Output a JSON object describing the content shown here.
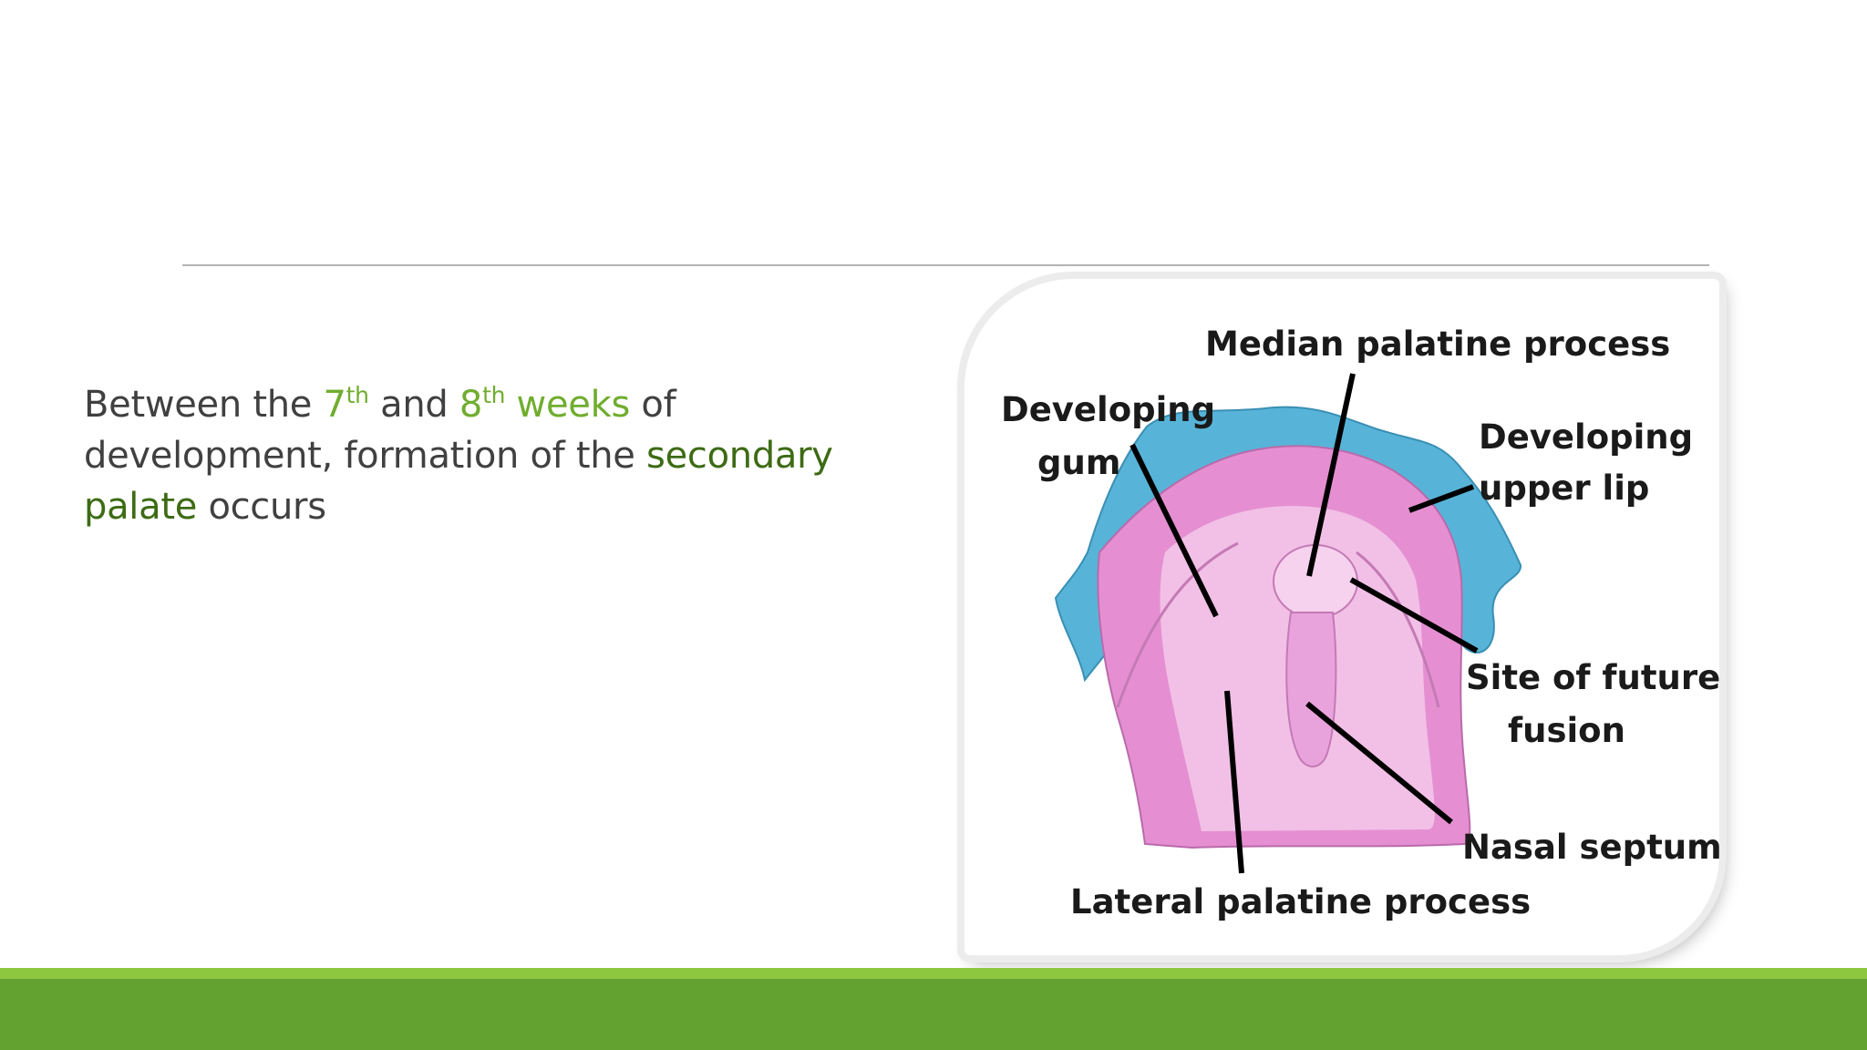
{
  "body": {
    "t1": "Between the ",
    "n7": "7",
    "sup7": "th",
    "t2": " and ",
    "n8": "8",
    "sup8": "th",
    "weeks": " weeks",
    "t3": " of development, formation of the ",
    "secondary": "secondary palate",
    "t4": " occurs"
  },
  "diagram": {
    "labels": {
      "median": "Median palatine process",
      "gum_line1": "Developing",
      "gum_line2": "gum",
      "lip_line1": "Developing",
      "lip_line2": "upper lip",
      "fusion_line1": "Site of future",
      "fusion_line2": "fusion",
      "septum": "Nasal septum",
      "lateral": "Lateral palatine process"
    },
    "colors": {
      "gum": "#57b4d8",
      "palate": "#e58fd2",
      "palate_light": "#f2c0e6",
      "leader": "#000000"
    }
  },
  "theme": {
    "accent_light": "#8dc63f",
    "accent_dark": "#63a231"
  }
}
